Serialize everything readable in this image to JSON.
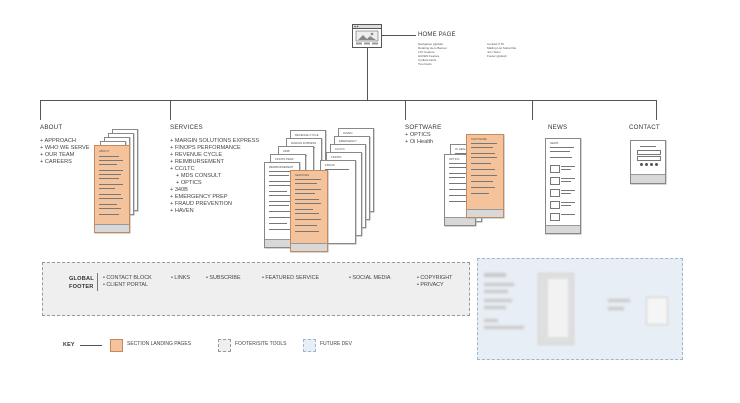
{
  "home": {
    "title": "HOME PAGE",
    "items_left": [
      "Navigation (global)",
      "Rotating Hero Banner",
      "LTC Feature",
      "HAVEN Feature",
      "3 pillars block",
      "Two Facts"
    ],
    "items_right": [
      "Contact CTA",
      "Mailing List Subscribe",
      "Join Team",
      "Footer (global)"
    ]
  },
  "sections": [
    {
      "title": "ABOUT",
      "items": [
        "+ APPROACH",
        "+ WHO WE SERVE",
        "+ OUR TEAM",
        "+ CAREERS"
      ]
    },
    {
      "title": "SERVICES",
      "items": [
        "+ MARGIN SOLUTIONS EXPRESS",
        "+ FINOPS PERFORMANCE",
        "+ REVENUE CYCLE",
        "+ REIMBURSEMENT",
        "+ CC/LTC",
        "   + MDS CONSULT",
        "   + OPTICS",
        "+ 340B",
        "+ EMERGENCY PREP",
        "+ FRAUD PREVENTION",
        "+ HAVEN"
      ]
    },
    {
      "title": "SOFTWARE",
      "items": [
        "+ OPTICS",
        "+ Oi Health"
      ]
    },
    {
      "title": "NEWS",
      "items": []
    },
    {
      "title": "CONTACT",
      "items": []
    }
  ],
  "thumb_labels": {
    "about": "ABOUT",
    "services": [
      "REVENUE CYCLE",
      "MARGIN EXPRESS",
      "340B",
      "FINOPS PERF",
      "REIMBURSEMENT",
      "FINOPS",
      "CC/LTC",
      "EMERGENCY",
      "HAVEN",
      "FRAUD",
      "SERVICES"
    ],
    "software": [
      "SOFTWARE",
      "OI HEALTH",
      "OPTICS"
    ],
    "news": "NEWS"
  },
  "footer": {
    "label_line1": "GLOBAL",
    "label_line2": "FOOTER",
    "col1": [
      "• CONTACT BLOCK",
      "• CLIENT PORTAL"
    ],
    "links": "• LINKS",
    "subscribe": "• SUBSCRIBE",
    "featured": "• FEATURED SERVICE",
    "social": "• SOCIAL MEDIA",
    "col_last": [
      "• COPYRIGHT",
      "• PRIVACY"
    ]
  },
  "key": {
    "label": "KEY",
    "landing": "SECTION LANDING PAGES",
    "footer_tools": "FOOTER/SITE TOOLS",
    "future": "FUTURE DEV"
  },
  "colors": {
    "landing": "#f4c39b",
    "footer_tools": "#efefef",
    "future": "#e8eef5",
    "lines": "#555555"
  },
  "icons": [
    "browser-icon",
    "image-icon"
  ]
}
